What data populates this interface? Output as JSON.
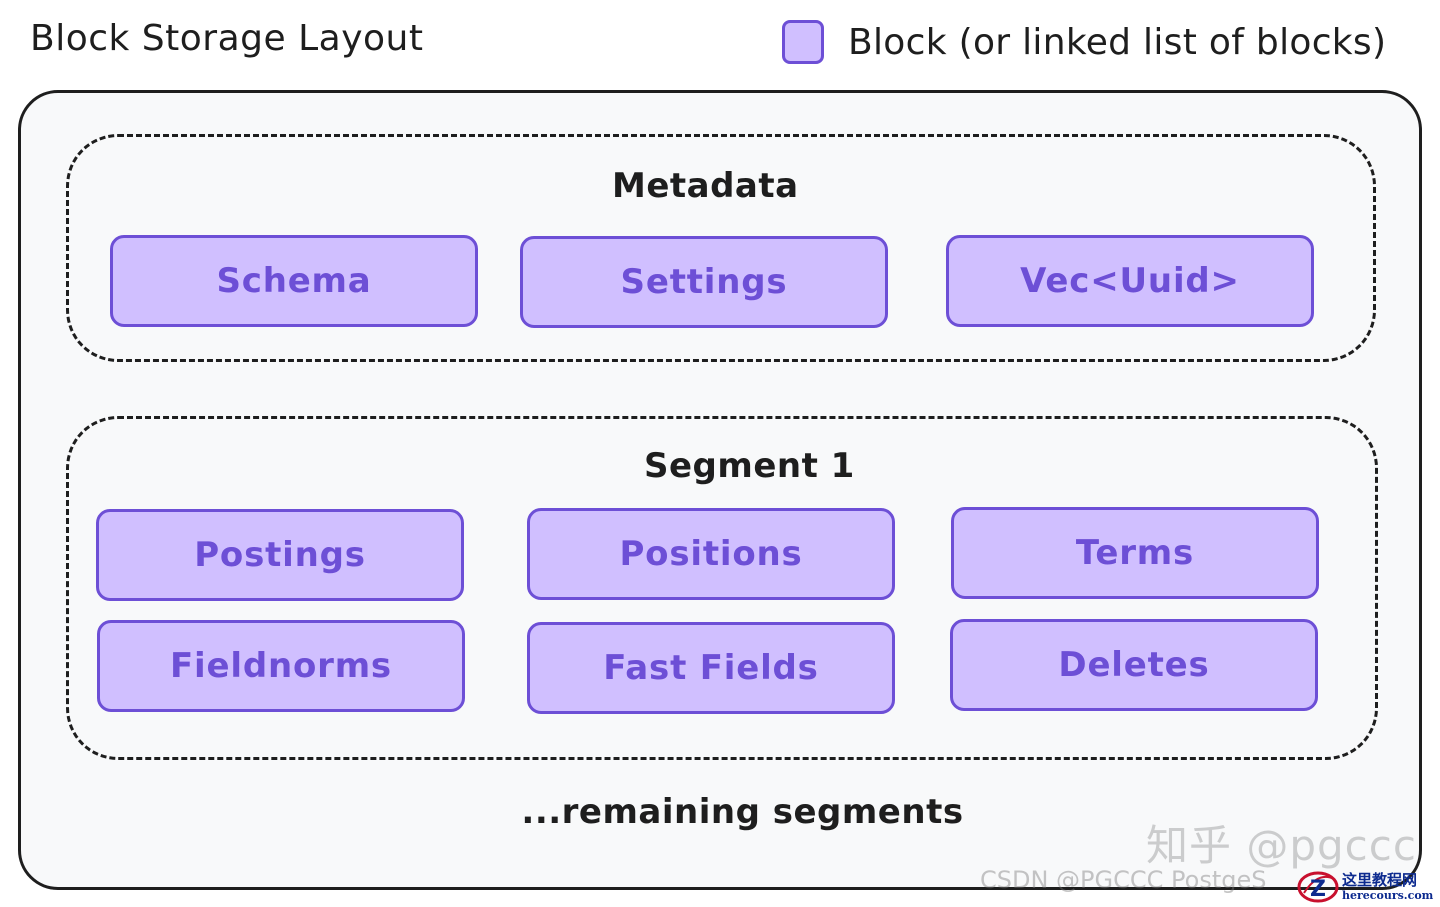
{
  "title": "Block Storage Layout",
  "legend": {
    "label": "Block (or linked list of blocks)",
    "fill": "#d0bfff",
    "stroke": "#6d4fd6"
  },
  "colors": {
    "frame_fill": "#f8f9fa",
    "outline": "#1e1e1e",
    "block_fill": "#d0bfff",
    "block_text": "#6d4fd6"
  },
  "groups": {
    "metadata": {
      "title": "Metadata",
      "blocks": [
        "Schema",
        "Settings",
        "Vec<Uuid>"
      ]
    },
    "segment": {
      "title": "Segment 1",
      "blocks": [
        "Postings",
        "Positions",
        "Terms",
        "Fieldnorms",
        "Fast Fields",
        "Deletes"
      ]
    }
  },
  "footer_note": "...remaining segments",
  "watermarks": {
    "zhihu": "知乎 @pgccc",
    "csdn": "CSDN @PGCCC PostgeS",
    "site_cn": "这里教程网",
    "site_en": "herecours.com"
  }
}
